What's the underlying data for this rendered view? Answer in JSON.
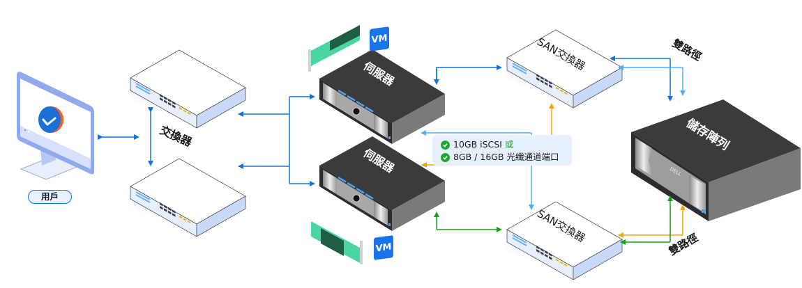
{
  "diagram": {
    "user": {
      "label": "用戶",
      "icon": "monitor-check-icon"
    },
    "lan_switch_group": {
      "label": "交換器",
      "count": 2
    },
    "servers": [
      {
        "label": "伺服器",
        "badge": "VM",
        "card": "hba-card-icon"
      },
      {
        "label": "伺服器",
        "badge": "VM",
        "card": "hba-card-icon"
      }
    ],
    "san_switches": [
      {
        "label": "SAN交換器"
      },
      {
        "label": "SAN交換器"
      }
    ],
    "storage": {
      "label": "儲存陣列",
      "brand": "DELL"
    },
    "dual_path_labels": [
      "雙路徑",
      "雙路徑"
    ],
    "legend": {
      "line1": "10GB iSCSI",
      "line1_suffix": "或",
      "line2": "8GB / 16GB 光纖通道端口"
    },
    "colors": {
      "path_blue": "#1572d8",
      "path_light_blue": "#4ab0f0",
      "path_orange": "#f5a500",
      "path_green": "#16a316",
      "device_dark": "#3b3b3b",
      "switch_face": "#c8daf8",
      "accent_blue": "#1a73e8",
      "legend_bg": "#e6f0fc",
      "check_green": "#1fa82e"
    }
  }
}
